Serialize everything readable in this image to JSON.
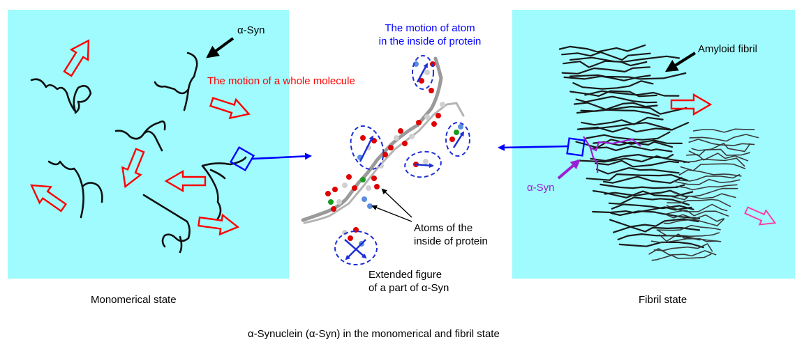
{
  "labels": {
    "asyn_top": "α-Syn",
    "whole_motion": "The motion of a whole molecule",
    "atom_motion_line1": "The motion of atom",
    "atom_motion_line2": "in the inside of protein",
    "amyloid": "Amyloid fibril",
    "asyn_right": "α-Syn",
    "atoms_inside_line1": "Atoms of the",
    "atoms_inside_line2": "inside of protein",
    "extended_line1": "Extended figure",
    "extended_line2": "of a part of α-Syn",
    "mono_state": "Monomerical state",
    "fibril_state": "Fibril state",
    "caption": "α-Synuclein (α-Syn) in the monomerical and fibril state"
  },
  "colors": {
    "panel_bg": "#9ffbfd",
    "motion_arrow": "#ff0000",
    "fibril_arrow_pink": "#ff3aa6",
    "link_arrow": "#0000ff",
    "highlight_purple": "#9a1fd0",
    "chain": "#111111"
  }
}
